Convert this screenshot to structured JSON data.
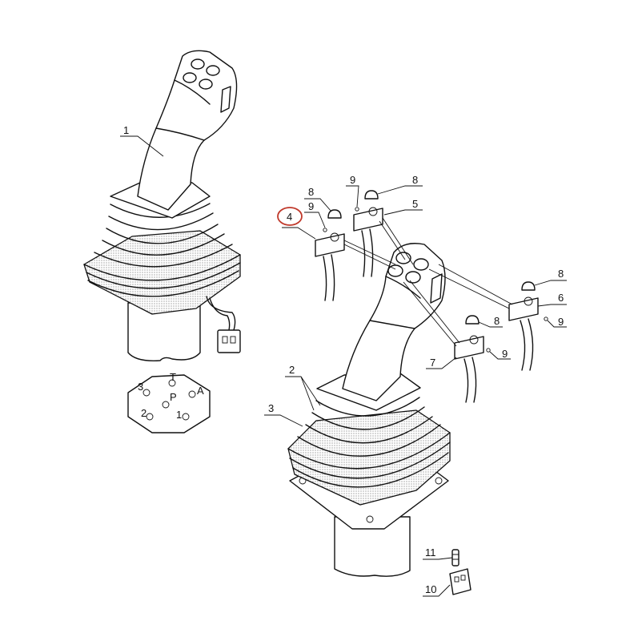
{
  "diagram": {
    "callouts": [
      {
        "id": "c1",
        "label": "1"
      },
      {
        "id": "c2",
        "label": "2"
      },
      {
        "id": "c3",
        "label": "3"
      },
      {
        "id": "c4",
        "label": "4",
        "highlighted": true
      },
      {
        "id": "c5",
        "label": "5"
      },
      {
        "id": "c6",
        "label": "6"
      },
      {
        "id": "c7",
        "label": "7"
      },
      {
        "id": "c8a",
        "label": "8"
      },
      {
        "id": "c8b",
        "label": "8"
      },
      {
        "id": "c8c",
        "label": "8"
      },
      {
        "id": "c8d",
        "label": "8"
      },
      {
        "id": "c9a",
        "label": "9"
      },
      {
        "id": "c9b",
        "label": "9"
      },
      {
        "id": "c9c",
        "label": "9"
      },
      {
        "id": "c9d",
        "label": "9"
      },
      {
        "id": "c10",
        "label": "10"
      },
      {
        "id": "c11",
        "label": "11"
      }
    ],
    "gasket_labels": [
      "3",
      "T",
      "A",
      "P",
      "1",
      "2"
    ],
    "highlight_color": "#c0392b"
  }
}
